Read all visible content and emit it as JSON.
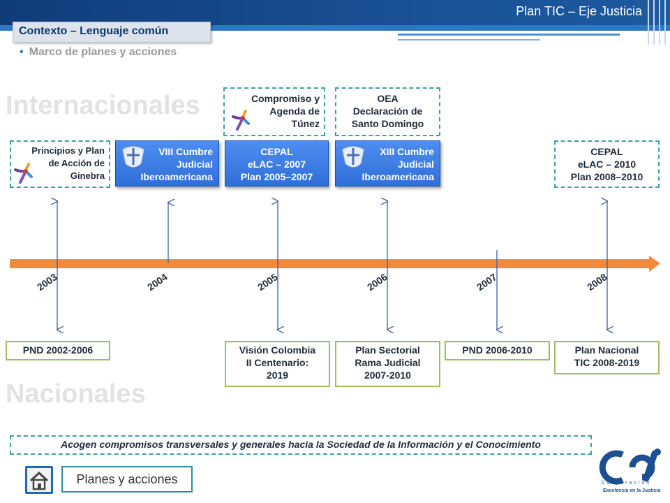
{
  "header": {
    "title": "Plan TIC – Eje Justicia",
    "accent_color": "#0f3c78"
  },
  "section": {
    "tag": "Contexto – Lenguaje común",
    "subtitle": "Marco de planes y acciones"
  },
  "headings": {
    "international": "Internacionales",
    "national": "Nacionales"
  },
  "international_top": [
    {
      "lines": [
        "Compromiso y",
        "Agenda de",
        "Túnez"
      ],
      "icon": "cumbre-logo-icon"
    },
    {
      "lines": [
        "OEA",
        "Declaración de",
        "Santo Domingo"
      ]
    }
  ],
  "international_mid": [
    {
      "lines": [
        "Principios y Plan",
        "de Acción de",
        "Ginebra"
      ],
      "icon": "cumbre-logo-icon"
    },
    {
      "lines": [
        "VIII Cumbre",
        "Judicial",
        "Iberoamericana"
      ],
      "icon": "shield-logo-icon"
    },
    {
      "lines": [
        "CEPAL",
        "eLAC – 2007",
        "Plan 2005–2007"
      ]
    },
    {
      "lines": [
        "XIII Cumbre",
        "Judicial",
        "Iberoamericana"
      ],
      "icon": "shield-logo-icon"
    },
    {
      "lines": [
        "CEPAL",
        "eLAC – 2010",
        "Plan 2008–2010"
      ]
    }
  ],
  "timeline": {
    "years": [
      "2003",
      "2004",
      "2005",
      "2006",
      "2007",
      "2008"
    ],
    "arrow_color": "#f28a3c"
  },
  "national": [
    {
      "lines": [
        "PND 2002-2006"
      ]
    },
    {
      "lines": [
        "Visión Colombia",
        "II Centenario:",
        "2019"
      ]
    },
    {
      "lines": [
        "Plan Sectorial",
        "Rama Judicial",
        "2007-2010"
      ]
    },
    {
      "lines": [
        "PND 2006-2010"
      ]
    },
    {
      "lines": [
        "Plan Nacional",
        "TIC 2008-2019"
      ]
    }
  ],
  "footer": {
    "note": "Acogen compromisos transversales y generales hacia la Sociedad de la Información y el Conocimiento",
    "nav_label": "Planes y acciones",
    "home_icon": "home-icon",
    "brand_line1": "Corporación",
    "brand_line2": "Excelencia en la Justicia"
  }
}
